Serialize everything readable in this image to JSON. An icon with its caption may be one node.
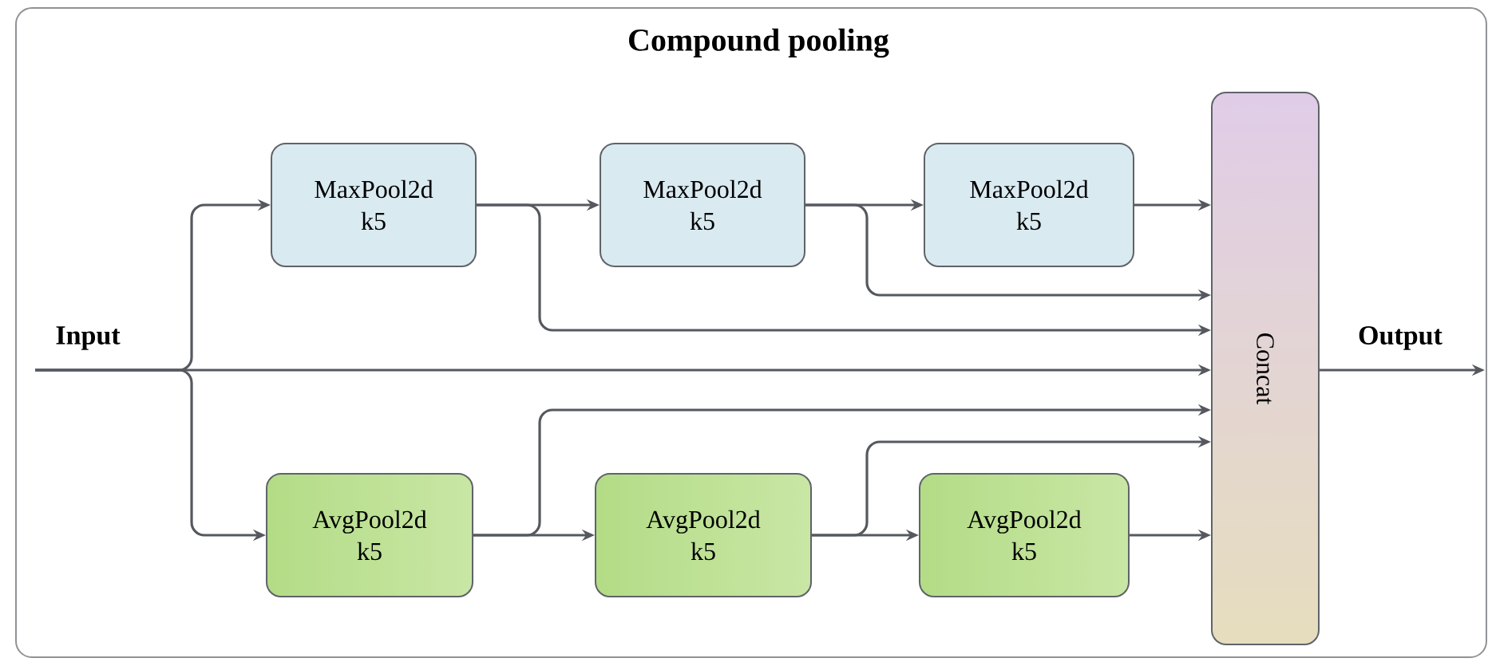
{
  "diagram": {
    "title": "Compound pooling",
    "nodes": [
      {
        "text": [
          "Input"
        ]
      },
      {
        "text": [
          "MaxPool2d",
          "k5"
        ]
      },
      {
        "text": [
          "MaxPool2d",
          "k5"
        ]
      },
      {
        "text": [
          "MaxPool2d",
          "k5"
        ]
      },
      {
        "text": [
          "Concat"
        ]
      },
      {
        "text": [
          "Output"
        ]
      },
      {
        "text": [
          "AvgPool2d",
          "k5"
        ]
      },
      {
        "text": [
          "AvgPool2d",
          "k5"
        ]
      },
      {
        "text": [
          "AvgPool2d",
          "k5"
        ]
      }
    ],
    "edges": [
      {
        "from": 0,
        "to": 1,
        "arrow": "to"
      },
      {
        "from": 0,
        "to": 4,
        "arrow": "to"
      },
      {
        "from": 0,
        "to": 6,
        "arrow": "to"
      },
      {
        "from": 1,
        "to": 2,
        "arrow": "to"
      },
      {
        "from": 1,
        "to": 4,
        "arrow": "to"
      },
      {
        "from": 2,
        "to": 3,
        "arrow": "to"
      },
      {
        "from": 2,
        "to": 4,
        "arrow": "to"
      },
      {
        "from": 3,
        "to": 4,
        "arrow": "to"
      },
      {
        "from": 6,
        "to": 7,
        "arrow": "to"
      },
      {
        "from": 6,
        "to": 4,
        "arrow": "to"
      },
      {
        "from": 7,
        "to": 8,
        "arrow": "to"
      },
      {
        "from": 7,
        "to": 4,
        "arrow": "to"
      },
      {
        "from": 8,
        "to": 4,
        "arrow": "to"
      },
      {
        "from": 4,
        "to": 5,
        "arrow": "to"
      }
    ]
  }
}
